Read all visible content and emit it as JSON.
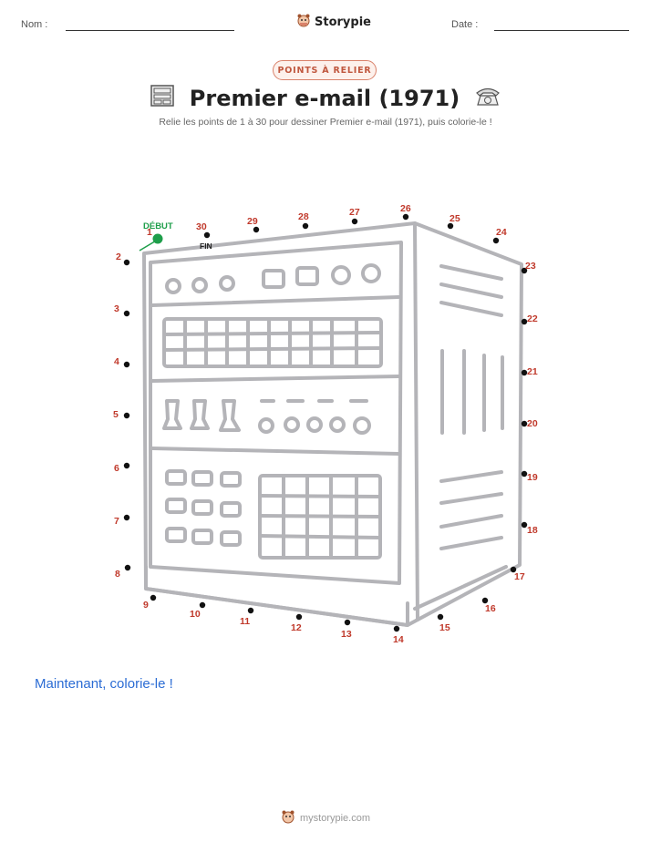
{
  "header": {
    "name_label": "Nom :",
    "date_label": "Date :",
    "brand": "Storypie"
  },
  "badge": "POINTS À RELIER",
  "title": "Premier e-mail (1971)",
  "subtitle": "Relie les points de 1 à 30 pour dessiner Premier e-mail (1971), puis colorie-le !",
  "start_label": "DÉBUT",
  "end_label": "FIN",
  "points": [
    "1",
    "2",
    "3",
    "4",
    "5",
    "6",
    "7",
    "8",
    "9",
    "10",
    "11",
    "12",
    "13",
    "14",
    "15",
    "16",
    "17",
    "18",
    "19",
    "20",
    "21",
    "22",
    "23",
    "24",
    "25",
    "26",
    "27",
    "28",
    "29",
    "30"
  ],
  "cta": "Maintenant, colorie-le !",
  "footer": "mystorypie.com",
  "colors": {
    "number": "#c0392b",
    "start": "#1e9e4a",
    "cta": "#2b6cd4",
    "badge": "#c0573e"
  },
  "icons": [
    "storypie-logo-icon",
    "computer-icon",
    "telephone-icon"
  ]
}
